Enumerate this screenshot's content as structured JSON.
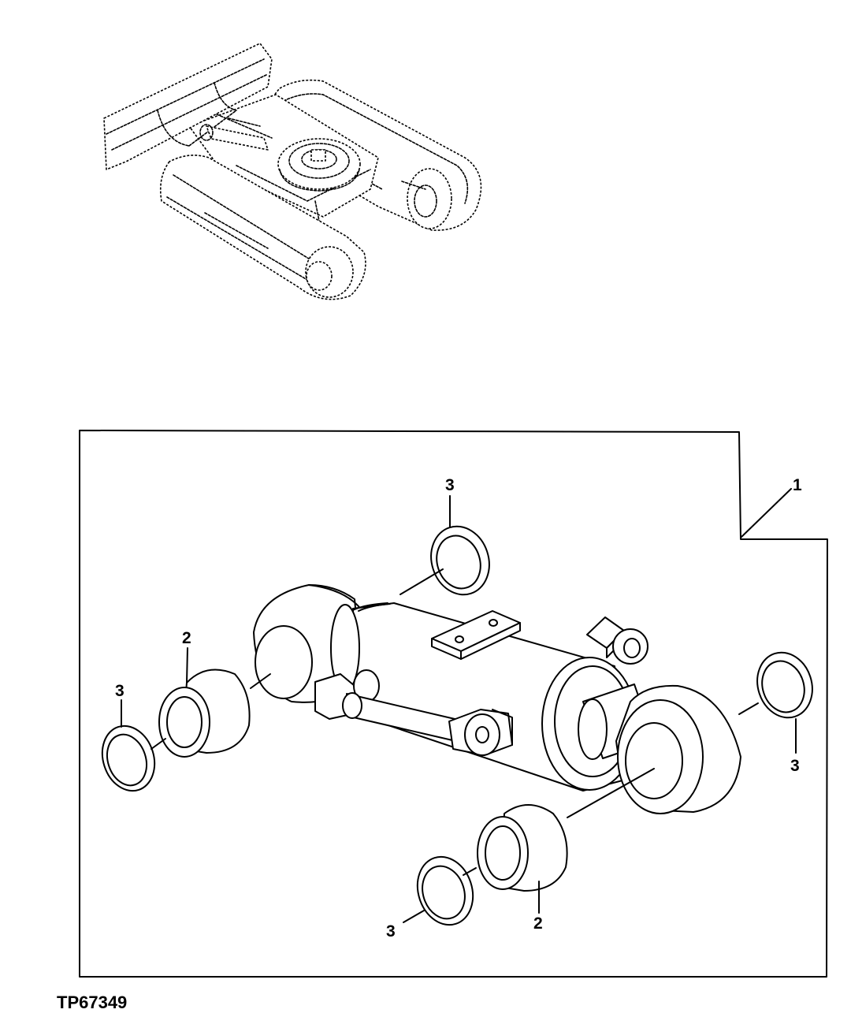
{
  "figure_id": "TP67349",
  "callouts": {
    "item_1": "1",
    "item_2_upper": "2",
    "item_2_lower": "2",
    "item_3_top": "3",
    "item_3_left": "3",
    "item_3_right": "3",
    "item_3_bottom": "3"
  }
}
